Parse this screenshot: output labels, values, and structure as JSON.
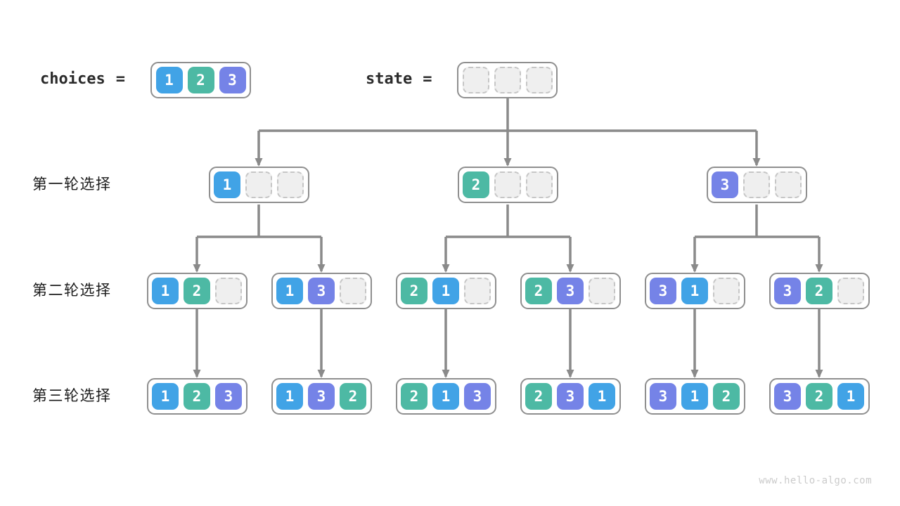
{
  "figure": {
    "watermark": "www.hello-algo.com"
  },
  "legend": {
    "choices_label": "choices",
    "choices_equals": "=",
    "choices_values": [
      "1",
      "2",
      "3"
    ],
    "state_label": "state",
    "state_equals": "=",
    "state_values": [
      "",
      "",
      ""
    ]
  },
  "rows": [
    {
      "label": "第一轮选择",
      "nodes": [
        [
          "1",
          "",
          ""
        ],
        [
          "2",
          "",
          ""
        ],
        [
          "3",
          "",
          ""
        ]
      ]
    },
    {
      "label": "第二轮选择",
      "nodes": [
        [
          "1",
          "2",
          ""
        ],
        [
          "1",
          "3",
          ""
        ],
        [
          "2",
          "1",
          ""
        ],
        [
          "2",
          "3",
          ""
        ],
        [
          "3",
          "1",
          ""
        ],
        [
          "3",
          "2",
          ""
        ]
      ]
    },
    {
      "label": "第三轮选择",
      "nodes": [
        [
          "1",
          "2",
          "3"
        ],
        [
          "1",
          "3",
          "2"
        ],
        [
          "2",
          "1",
          "3"
        ],
        [
          "2",
          "3",
          "1"
        ],
        [
          "3",
          "1",
          "2"
        ],
        [
          "3",
          "2",
          "1"
        ]
      ]
    }
  ],
  "colors": {
    "value_1": "#41a3e6",
    "value_2": "#4db9a4",
    "value_3": "#7583e7",
    "arrow": "#8a8a8a",
    "empty_fill": "#efefef",
    "empty_border": "#c6c6c6",
    "node_border": "#8f8f8f"
  }
}
